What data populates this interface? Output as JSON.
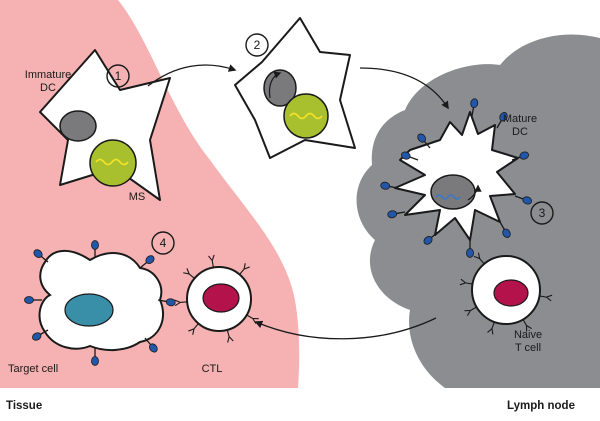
{
  "labels": {
    "immature_dc_line1": "Immature",
    "immature_dc_line2": "DC",
    "ms": "MS",
    "mature_dc_line1": "Mature",
    "mature_dc_line2": "DC",
    "naive_t_cell_line1": "Naive",
    "naive_t_cell_line2": "T cell",
    "target_cell": "Target cell",
    "ctl": "CTL",
    "tissue": "Tissue",
    "lymph_node": "Lymph node"
  },
  "steps": [
    "1",
    "2",
    "3",
    "4"
  ],
  "colors": {
    "tissue": "#f6b2b2",
    "lymph_node": "#8c8d91",
    "cell_fill": "#ffffff",
    "outline": "#1a1a1a",
    "nucleus_gray": "#7a7a7c",
    "ms_green": "#a8bf2e",
    "mrna_yellow": "#f2e22a",
    "mrna_blue": "#3a78c9",
    "receptor_blue": "#2156a8",
    "t_nucleus": "#b3124a",
    "target_nucleus": "#3a8fa8"
  }
}
